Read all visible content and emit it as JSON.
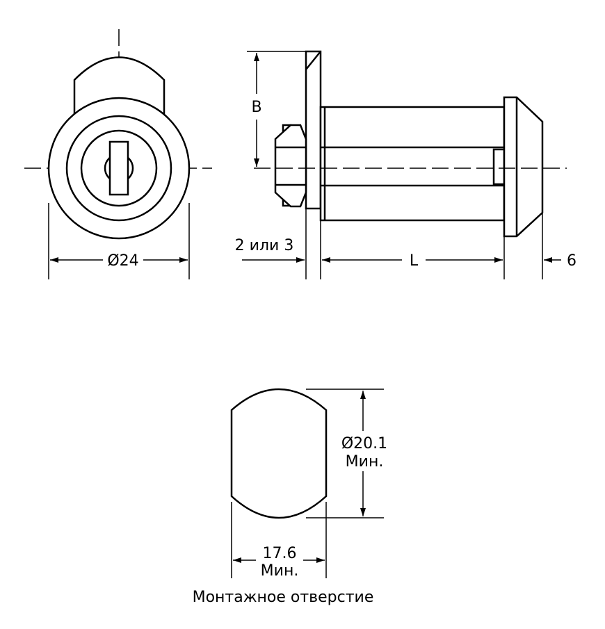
{
  "front_view": {
    "dim_diameter": "Ø24"
  },
  "side_view": {
    "dim_b": "B",
    "dim_panel": "2 или 3",
    "dim_l": "L",
    "dim_6": "6"
  },
  "mounting_hole": {
    "dim_height_line1": "Ø20.1",
    "dim_height_line2": "Мин.",
    "dim_width_line1": "17.6",
    "dim_width_line2": "Мин.",
    "caption": "Монтажное отверстие"
  }
}
